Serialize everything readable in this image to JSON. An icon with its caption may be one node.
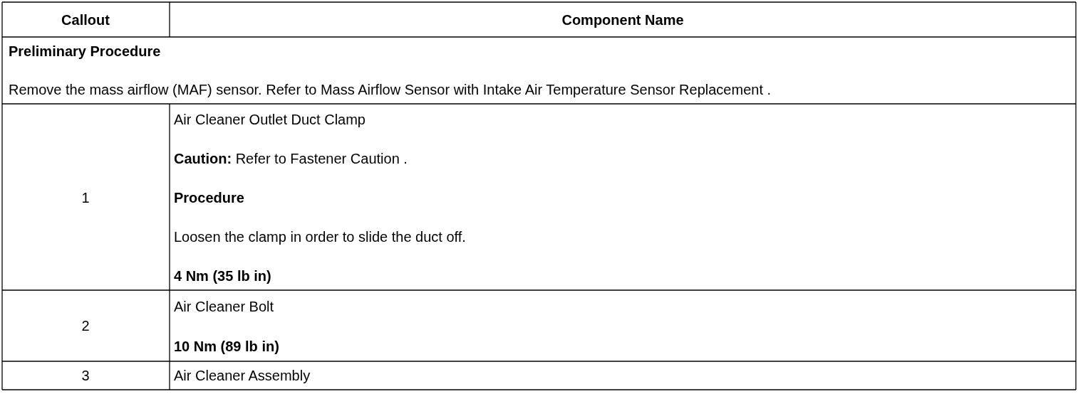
{
  "diagram": {
    "labels": [
      "Callout",
      "Component Name",
      "Preliminary Procedure",
      "Remove the mass airflow (MAF) sensor. Refer to Mass Airflow Sensor with Intake Air Temperature Sensor Replacement .",
      "1",
      "Air Cleaner Outlet Duct Clamp",
      "**Caution:** Refer to Fastener Caution .",
      "Procedure",
      "Loosen the clamp in order to slide the duct off.",
      "4 Nm (35 lb in)",
      "2",
      "Air Cleaner Bolt",
      "10 Nm (89 lb in)",
      "3",
      "Air Cleaner Assembly"
    ]
  }
}
